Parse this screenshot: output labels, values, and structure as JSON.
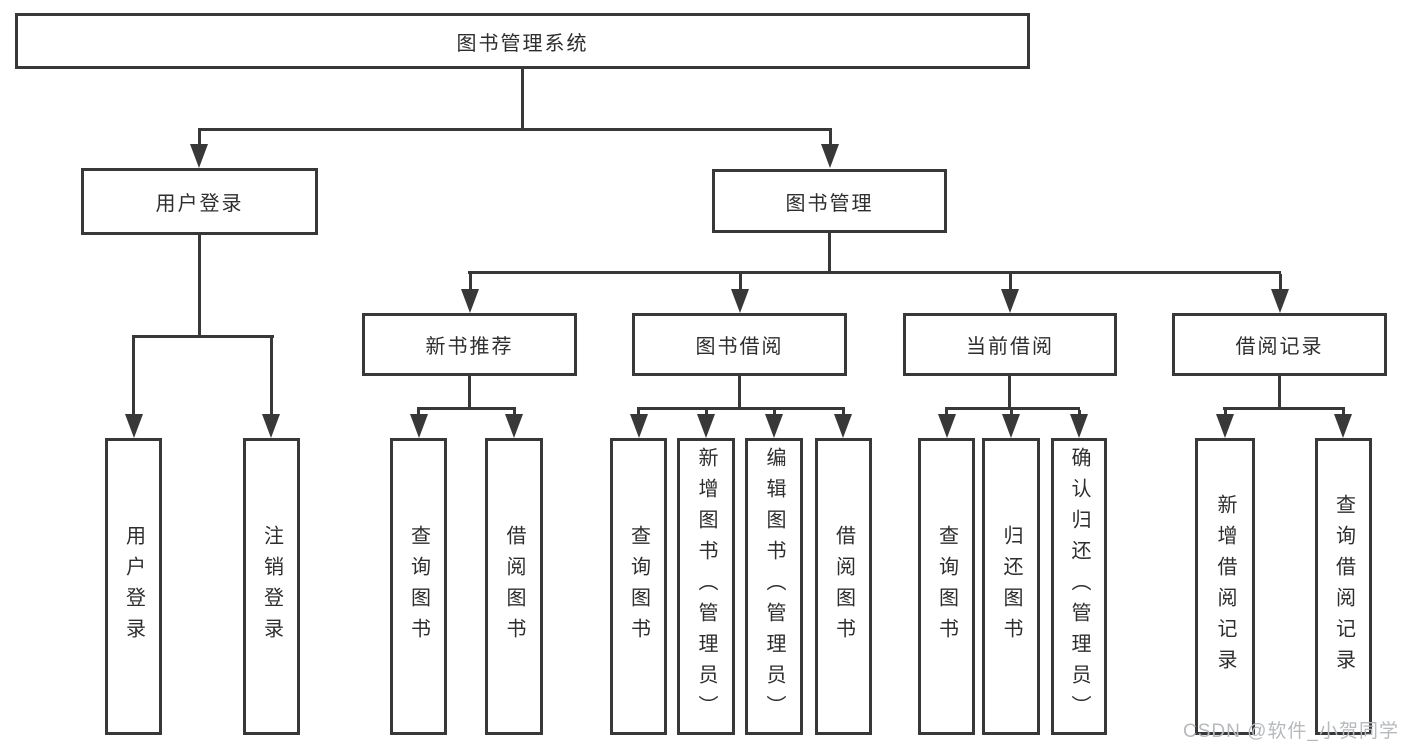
{
  "colors": {
    "line": "#383838",
    "border": "#383838",
    "text": "#2e2e2e",
    "background": "#ffffff",
    "watermark": "#b7babd"
  },
  "tree": {
    "root": "图书管理系统",
    "level2": {
      "user_login": "用户登录",
      "book_mgmt": "图书管理"
    },
    "level3": {
      "new_books": "新书推荐",
      "borrow": "图书借阅",
      "current": "当前借阅",
      "records": "借阅记录"
    },
    "leaves": {
      "user_login": [
        "用户登录",
        "注销登录"
      ],
      "new_books": [
        "查询图书",
        "借阅图书"
      ],
      "borrow": [
        "查询图书",
        "新增图书（管理员）",
        "编辑图书（管理员）",
        "借阅图书"
      ],
      "current": [
        "查询图书",
        "归还图书",
        "确认归还（管理员）"
      ],
      "records": [
        "新增借阅记录",
        "查询借阅记录"
      ]
    }
  },
  "watermark": {
    "text": "CSDN @软件_小贺同学"
  }
}
